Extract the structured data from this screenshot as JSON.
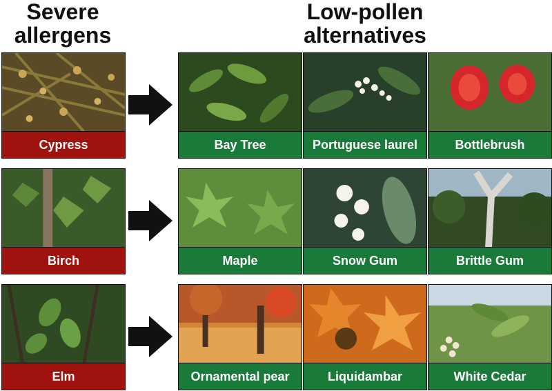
{
  "headings": {
    "severe": "Severe\nallergens",
    "alternatives": "Low-pollen\nalternatives"
  },
  "colors": {
    "severe_caption": "#a0120d",
    "alternative_caption": "#197a3a",
    "arrow": "#111111"
  },
  "rows": [
    {
      "severe": {
        "label": "Cypress"
      },
      "arrow_icon": "right-arrow-icon",
      "alternatives": [
        {
          "label": "Bay Tree"
        },
        {
          "label": "Portuguese laurel"
        },
        {
          "label": "Bottlebrush"
        }
      ]
    },
    {
      "severe": {
        "label": "Birch"
      },
      "arrow_icon": "right-arrow-icon",
      "alternatives": [
        {
          "label": "Maple"
        },
        {
          "label": "Snow Gum"
        },
        {
          "label": "Brittle Gum"
        }
      ]
    },
    {
      "severe": {
        "label": "Elm"
      },
      "arrow_icon": "right-arrow-icon",
      "alternatives": [
        {
          "label": "Ornamental pear"
        },
        {
          "label": "Liquidambar"
        },
        {
          "label": "White Cedar"
        }
      ]
    }
  ]
}
